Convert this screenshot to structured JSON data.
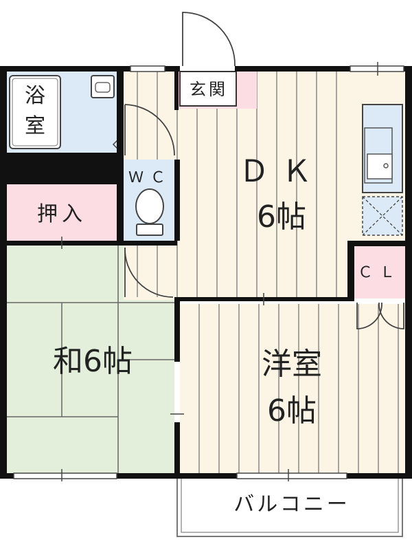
{
  "floor_plan": {
    "rooms": {
      "bath": {
        "line1": "浴",
        "line2": "室"
      },
      "entrance": {
        "label": "玄関"
      },
      "dk": {
        "name": "ＤＫ",
        "size": "6帖"
      },
      "wc": {
        "label": "ＷＣ"
      },
      "closet_storage": {
        "label": "押入"
      },
      "cl": {
        "label": "ＣＬ"
      },
      "japanese": {
        "label": "和6帖"
      },
      "western": {
        "name": "洋室",
        "size": "6帖"
      },
      "balcony": {
        "label": "バルコニー"
      }
    },
    "colors": {
      "wall": "#111111",
      "bath": "#dbeaf6",
      "japanese_room": "#e3efda",
      "wood_floor": "#fcf5e6",
      "storage": "#fbdde3",
      "floor_line": "#6d6d6d"
    }
  }
}
